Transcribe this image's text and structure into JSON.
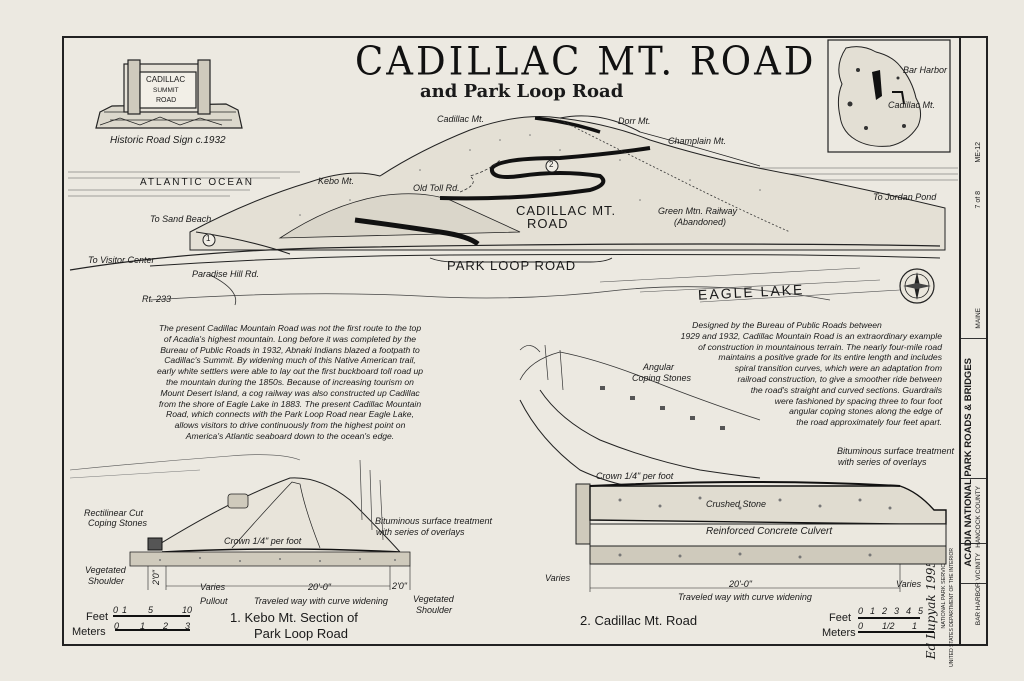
{
  "title": "CADILLAC MT. ROAD",
  "subtitle": "and Park Loop Road",
  "sign": {
    "text_lines": [
      "CADILLAC",
      "SUMMIT",
      "ROAD"
    ],
    "caption": "Historic Road Sign c.1932"
  },
  "inset_map": {
    "labels": [
      "Bar Harbor",
      "Cadillac Mt."
    ]
  },
  "panorama": {
    "labels": {
      "cadillac_mt": "Cadillac Mt.",
      "dorr_mt": "Dorr Mt.",
      "champlain_mt": "Champlain Mt.",
      "atlantic_ocean": "ATLANTIC OCEAN",
      "kebo_mt": "Kebo Mt.",
      "old_toll_rd": "Old Toll Rd.",
      "to_sand_beach": "To Sand Beach",
      "to_jordan_pond": "To Jordan Pond",
      "cadillac_road_line1": "CADILLAC MT.",
      "cadillac_road_line2": "ROAD",
      "green_mtn_railway_line1": "Green Mtn. Railway",
      "green_mtn_railway_line2": "(Abandoned)",
      "to_visitor_center": "To Visitor Center",
      "paradise_hill_rd": "Paradise Hill Rd.",
      "park_loop_road": "PARK LOOP ROAD",
      "rt_233": "Rt. 233",
      "eagle_lake": "EAGLE LAKE",
      "marker_1": "1",
      "marker_2": "2"
    }
  },
  "text_left": [
    "The present Cadillac Mountain Road was not the first route to the top",
    "of Acadia's highest mountain.  Long before it was completed by the",
    "Bureau of Public Roads in 1932, Abnaki Indians blazed a footpath to",
    "Cadillac's Summit. By widening much of this Native American trail,",
    "early white settlers were able to lay out the first buckboard toll road up",
    "the mountain during the 1850s.  Because of increasing tourism on",
    "Mount Desert Island, a cog railway was also constructed up Cadillac",
    "from the shore of Eagle Lake in 1883.  The present Cadillac Mountain",
    "Road, which connects with the Park Loop Road near Eagle Lake,",
    "allows visitors to drive continuously from the highest point on",
    "America's Atlantic seaboard down to the ocean's edge."
  ],
  "text_right": [
    "Designed by the Bureau of Public Roads between",
    "1929 and 1932, Cadillac Mountain Road is an extraordinary example",
    "of construction  in mountainous terrain.  The nearly four-mile road",
    "maintains a positive grade for its entire length and includes",
    "spiral transition curves, which were an adaptation from",
    "railroad construction, to give a smoother ride between",
    "the road's straight and curved sections.  Guardrails",
    "were fashioned by spacing three to four foot",
    "angular coping stones along the edge of",
    "the road approximately four feet apart."
  ],
  "section1": {
    "labels": {
      "rectilinear_line1": "Rectilinear Cut",
      "rectilinear_line2": "Coping Stones",
      "crown": "Crown 1/4\" per foot",
      "bituminous_line1": "Bituminous surface treatment",
      "bituminous_line2": "with series of overlays",
      "vegetated_left_line1": "Vegetated",
      "vegetated_left_line2": "Shoulder",
      "dim_2ft_left": "2'0\"",
      "varies": "Varies",
      "dim_20ft": "20'-0\"",
      "dim_2ft_right": "2'0\"",
      "pullout": "Pullout",
      "traveled": "Traveled way with curve widening",
      "vegetated_right_line1": "Vegetated",
      "vegetated_right_line2": "Shoulder"
    },
    "caption_line1": "1. Kebo Mt. Section of",
    "caption_line2": "Park Loop Road",
    "scale": {
      "feet_label": "Feet",
      "feet_ticks": [
        "0",
        "1",
        "5",
        "10"
      ],
      "meters_label": "Meters",
      "meters_ticks": [
        "0",
        "1",
        "2",
        "3"
      ]
    }
  },
  "section2": {
    "labels": {
      "angular_line1": "Angular",
      "angular_line2": "Coping Stones",
      "bituminous_line1": "Bituminous surface treatment",
      "bituminous_line2": "with series of overlays",
      "crown": "Crown 1/4\" per foot",
      "crushed_stone": "Crushed Stone",
      "culvert": "Reinforced Concrete Culvert",
      "varies_left": "Varies",
      "dim_20ft": "20'-0\"",
      "varies_right": "Varies",
      "traveled": "Traveled way with curve widening"
    },
    "caption": "2. Cadillac Mt. Road",
    "scale": {
      "feet_label": "Feet",
      "feet_ticks": [
        "0",
        "1",
        "2",
        "3",
        "4",
        "5"
      ],
      "meters_label": "Meters",
      "meters_ticks": [
        "0",
        "1/2",
        "1"
      ]
    }
  },
  "signature": "Ed Lupyak  1995",
  "title_block": {
    "agency_lines": [
      "NATIONAL PARK SERVICE",
      "UNITED STATES DEPARTMENT OF THE INTERIOR"
    ],
    "project_line1": "ACADIA NATIONAL PARK ROADS & BRIDGES",
    "project_line2": "HANCOCK COUNTY",
    "location": "BAR HARBOR VICINITY",
    "state": "MAINE",
    "survey_number": "ME-12",
    "sheet": "7  of  8"
  }
}
